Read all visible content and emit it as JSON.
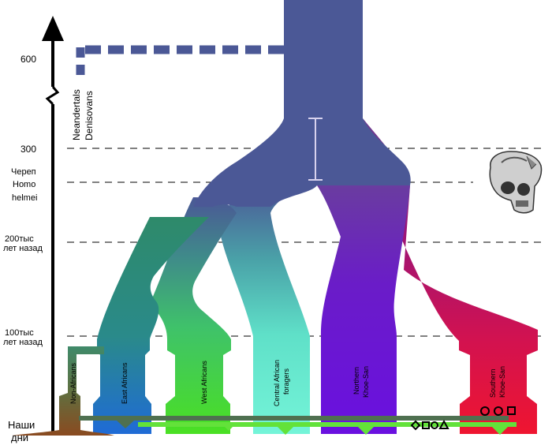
{
  "time_axis": {
    "ticks": [
      {
        "label": "600"
      },
      {
        "label": "300"
      },
      {
        "label_lines": [
          "Череп",
          "Homo",
          "helmei"
        ]
      },
      {
        "label_lines": [
          "200тыс",
          "лет назад"
        ]
      },
      {
        "label_lines": [
          "100тыс",
          "лет назад"
        ]
      },
      {
        "label_lines": [
          "Наши",
          "дни"
        ]
      }
    ]
  },
  "archaic": {
    "line1": "Neandertals",
    "line2": "Denisovans"
  },
  "populations": [
    {
      "name_lines": [
        "Non-Africans"
      ]
    },
    {
      "name_lines": [
        "East Africans"
      ]
    },
    {
      "name_lines": [
        "West Africans"
      ]
    },
    {
      "name_lines": [
        "Central African",
        "foragers"
      ]
    },
    {
      "name_lines": [
        "Northern",
        "Khoe-San"
      ]
    },
    {
      "name_lines": [
        "Southern",
        "Khoe-San"
      ]
    }
  ],
  "icons": [
    "skull-icon",
    "diamond-icon",
    "square-icon",
    "circle-icon",
    "triangle-icon"
  ],
  "colors": {
    "ancestral": "#4b5896",
    "non_africans": "#8a4a20",
    "east_africans": "#1f6bd6",
    "west_africans": "#4ae023",
    "central_african": "#6ef2d2",
    "northern_khoe_san": "#6a10e0",
    "southern_khoe_san": "#ef1530",
    "migration": "#4f7050",
    "gene_flow": "#63e23a"
  }
}
